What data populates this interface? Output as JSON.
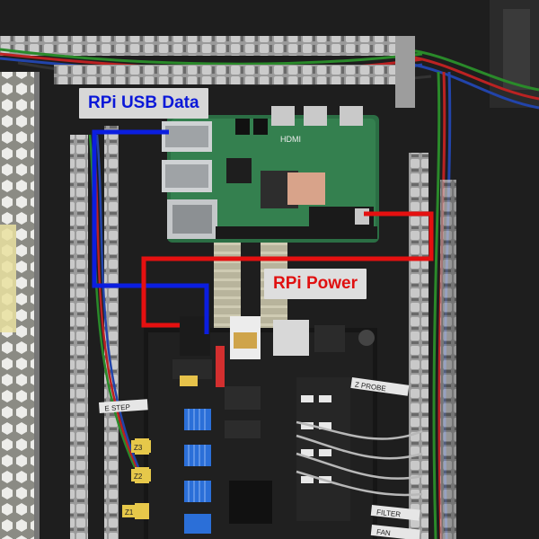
{
  "annotations": {
    "usb_data_label": "RPi USB Data",
    "power_label": "RPi Power"
  },
  "wire_colors": {
    "usb_data": "#0b1ee0",
    "power": "#e51010"
  },
  "board_silkscreen": {
    "pi_hdmi": "HDMI",
    "z_probe": "Z PROBE",
    "e_step": "E STEP",
    "z3": "Z3",
    "z2": "Z2",
    "z1": "Z1",
    "filter": "FILTER",
    "fan": "FAN"
  }
}
